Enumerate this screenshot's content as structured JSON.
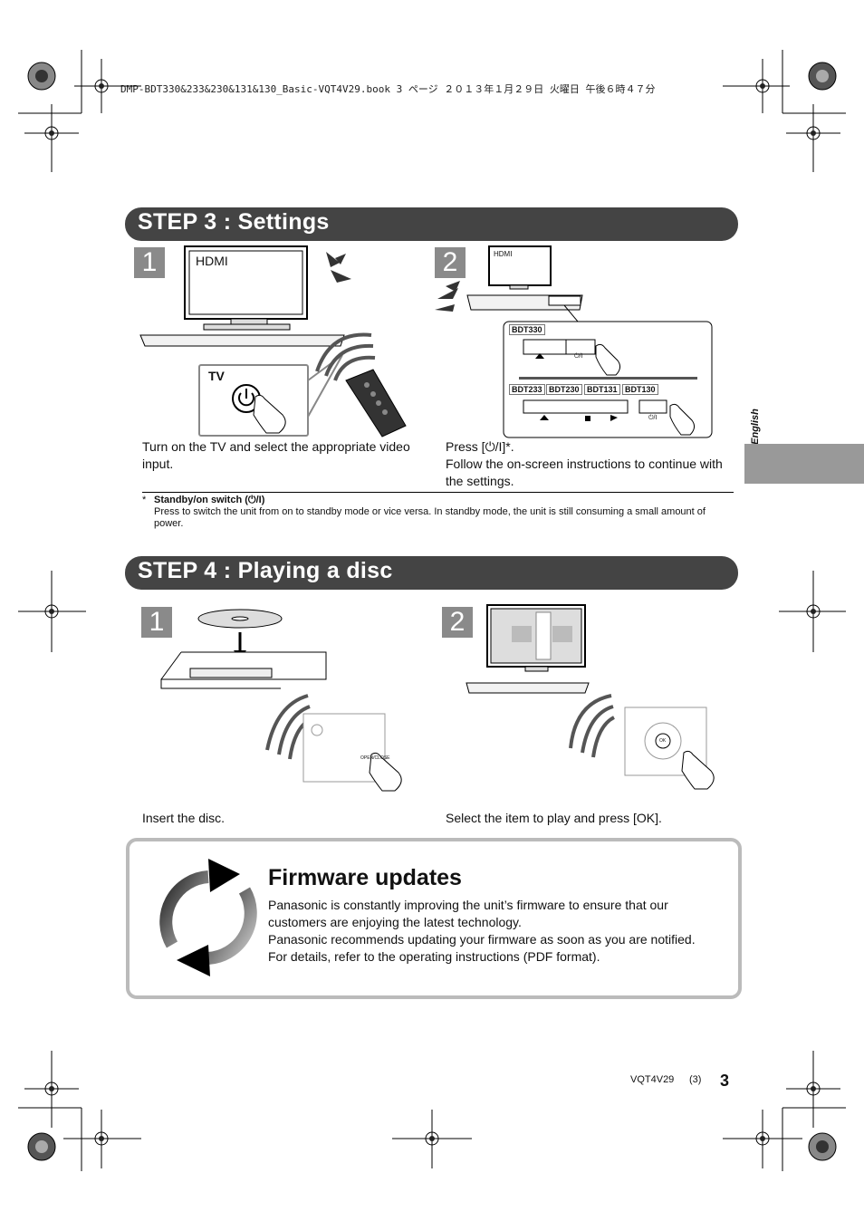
{
  "print_header": "DMP-BDT330&233&230&131&130_Basic-VQT4V29.book  3 ページ  ２０１３年１月２９日  火曜日  午後６時４７分",
  "step3": {
    "title": "STEP 3 :  Settings",
    "panel1": {
      "number": "1",
      "tv_label": "HDMI",
      "remote_label": "TV",
      "caption": "Turn on the TV and select the appropriate video input."
    },
    "panel2": {
      "number": "2",
      "tv_label": "HDMI",
      "models_top": [
        "BDT330"
      ],
      "models_bottom": [
        "BDT233",
        "BDT230",
        "BDT131",
        "BDT130"
      ],
      "power_label": "⏻/I",
      "caption_line1": "Press [⏻/I]*.",
      "caption_line2": "Follow the on-screen instructions to continue with the settings."
    }
  },
  "footnote": {
    "marker": "*",
    "title": "Standby/on switch (⏻/I)",
    "text": "Press to switch the unit from on to standby mode or vice versa. In standby mode, the unit is still consuming a small amount of power."
  },
  "step4": {
    "title": "STEP 4 :  Playing a disc",
    "panel1": {
      "number": "1",
      "caption": "Insert the disc.",
      "key_label": "OPEN/CLOSE"
    },
    "panel2": {
      "number": "2",
      "caption": "Select the item to play and press [OK].",
      "ok_label": "OK"
    }
  },
  "sidebar": {
    "language": "English"
  },
  "firmware": {
    "title": "Firmware updates",
    "lines": [
      "Panasonic is constantly improving the unit’s firmware to ensure that our customers are enjoying the latest technology.",
      "Panasonic recommends updating your firmware as soon as you are notified.",
      "For details, refer to the operating instructions (PDF format)."
    ]
  },
  "footer": {
    "code": "VQT4V29",
    "subpage": "(3)",
    "page": "3"
  }
}
